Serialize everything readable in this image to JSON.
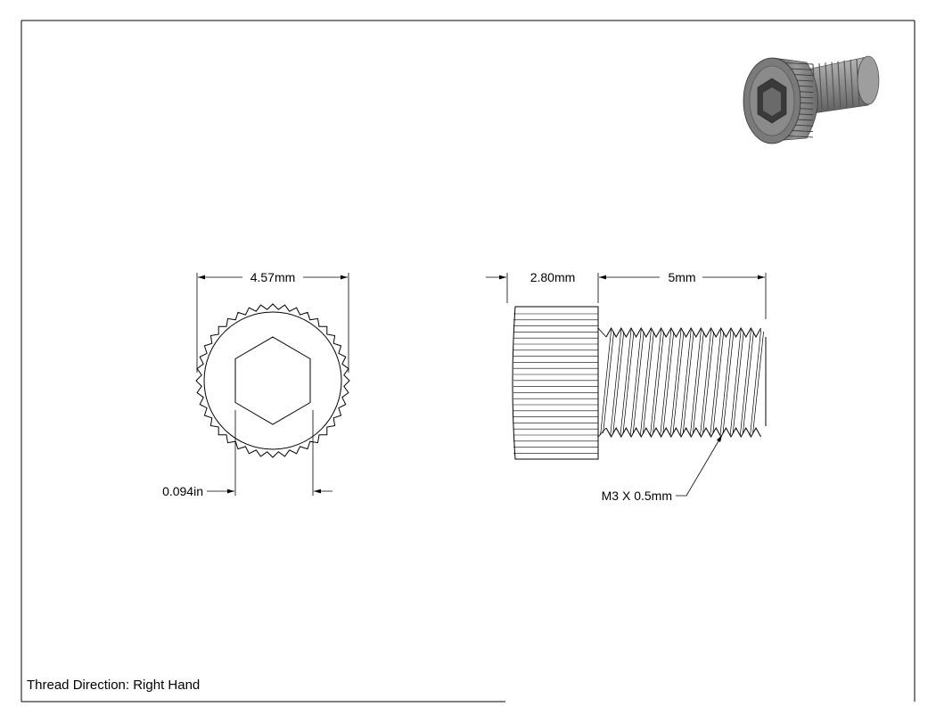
{
  "dimensions": {
    "head_diameter": "4.57mm",
    "head_height": "2.80mm",
    "thread_length": "5mm",
    "hex_socket": "0.094in",
    "thread_callout": "M3 X 0.5mm"
  },
  "footer": {
    "thread_direction": "Thread Direction: Right Hand"
  },
  "colors": {
    "line": "#000000",
    "part_fill": "#8c8c8c"
  }
}
